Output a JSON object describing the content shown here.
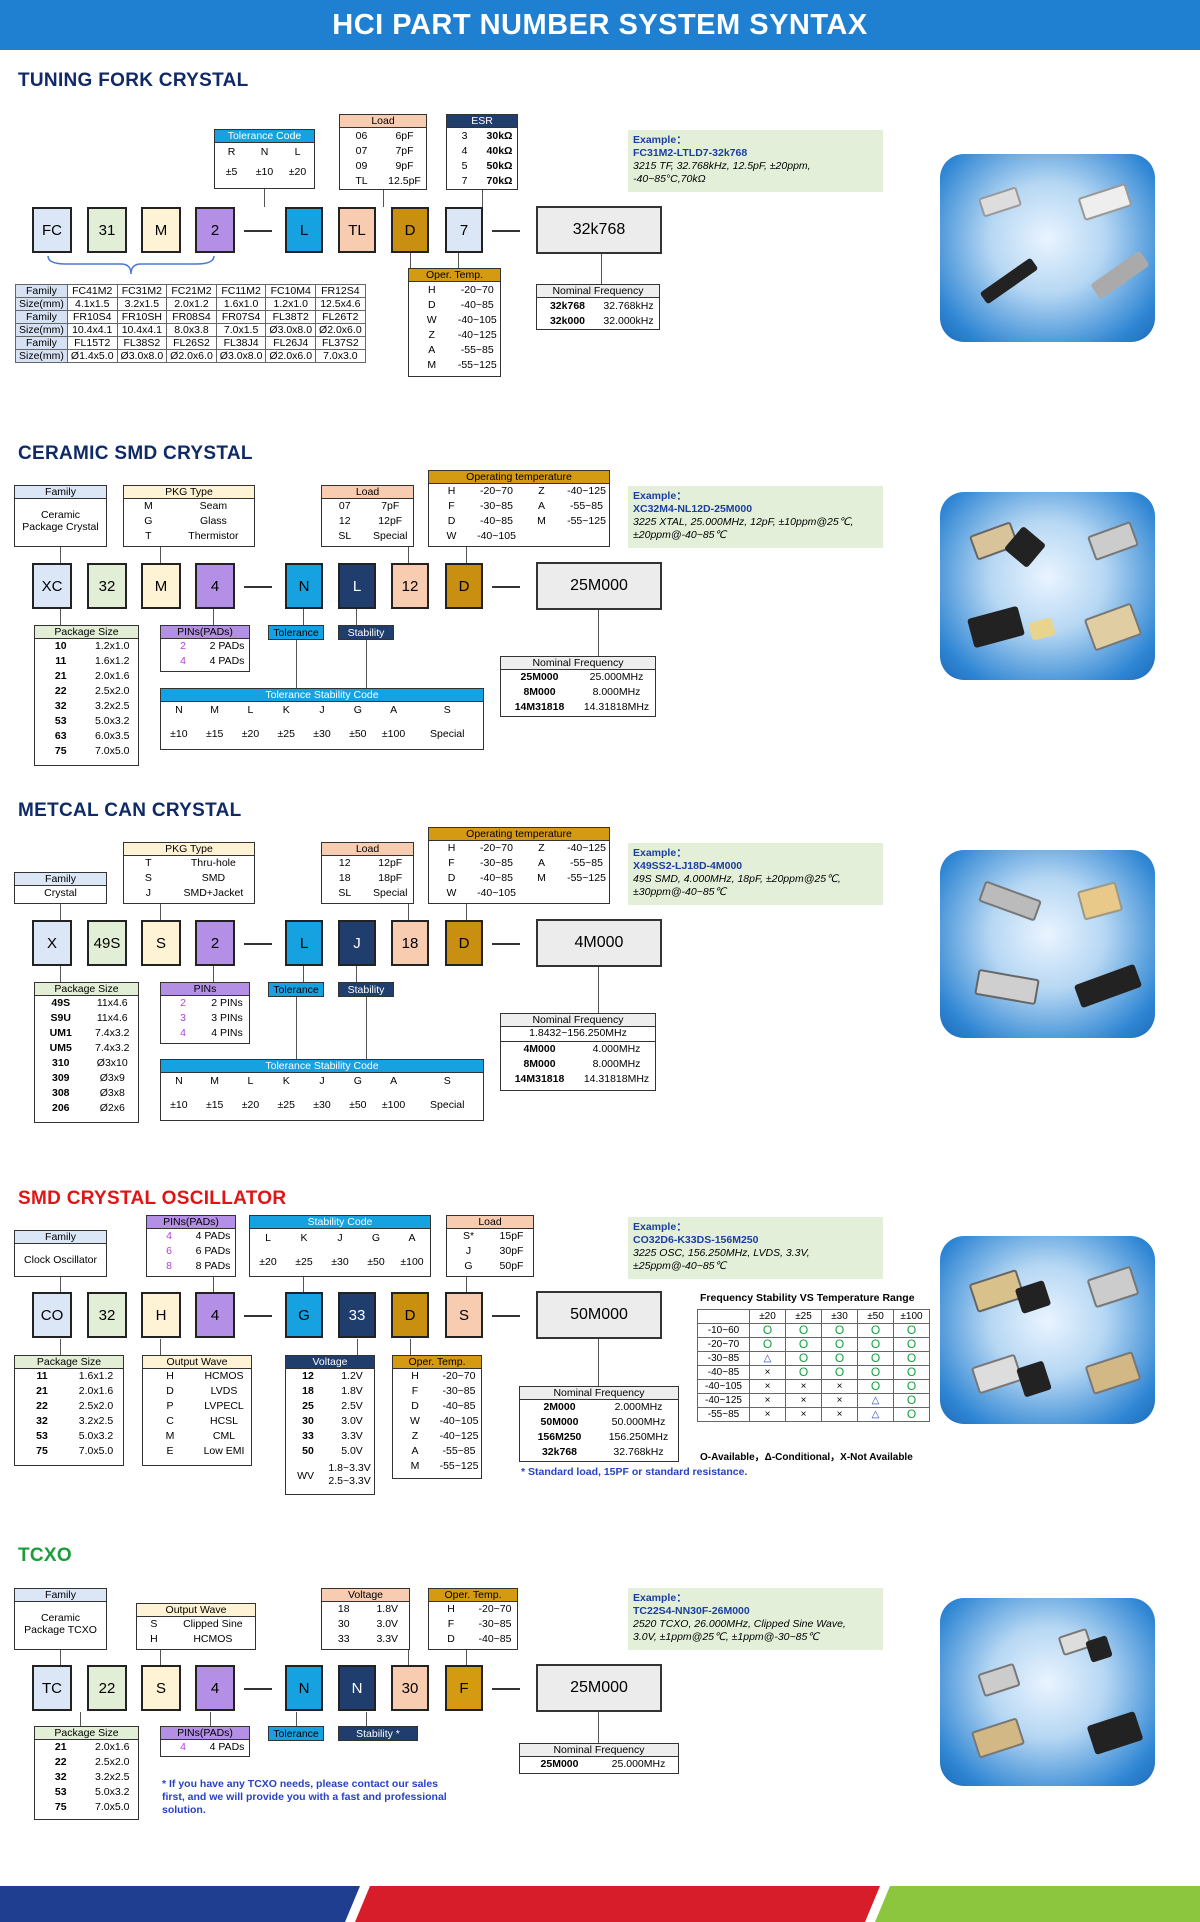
{
  "banner": {
    "title": "HCI PART NUMBER SYSTEM SYNTAX"
  },
  "s1": {
    "title": "TUNING FORK CRYSTAL",
    "tol": {
      "hd": "Tolerance Code",
      "codes": [
        "R",
        "N",
        "L"
      ],
      "vals": [
        "±5",
        "±10",
        "±20"
      ]
    },
    "load": {
      "hd": "Load",
      "rows": [
        [
          "06",
          "6pF"
        ],
        [
          "07",
          "7pF"
        ],
        [
          "09",
          "9pF"
        ],
        [
          "TL",
          "12.5pF"
        ]
      ]
    },
    "esr": {
      "hd": "ESR",
      "rows": [
        [
          "3",
          "30kΩ"
        ],
        [
          "4",
          "40kΩ"
        ],
        [
          "5",
          "50kΩ"
        ],
        [
          "7",
          "70kΩ"
        ]
      ]
    },
    "boxes": [
      "FC",
      "31",
      "M",
      "2",
      "L",
      "TL",
      "D",
      "7"
    ],
    "freq": "32k768",
    "example": {
      "title": "Example：",
      "code": "FC31M2-LTLD7-32k768",
      "desc1": "3215 TF, 32.768kHz, 12.5pF, ±20ppm,",
      "desc2": "-40~85°C,70kΩ"
    },
    "family": [
      [
        "Family",
        "FC41M2",
        "FC31M2",
        "FC21M2",
        "FC11M2",
        "FC10M4",
        "FR12S4"
      ],
      [
        "Size(mm)",
        "4.1x1.5",
        "3.2x1.5",
        "2.0x1.2",
        "1.6x1.0",
        "1.2x1.0",
        "12.5x4.6"
      ],
      [
        "Family",
        "FR10S4",
        "FR10SH",
        "FR08S4",
        "FR07S4",
        "FL38T2",
        "FL26T2"
      ],
      [
        "Size(mm)",
        "10.4x4.1",
        "10.4x4.1",
        "8.0x3.8",
        "7.0x1.5",
        "Ø3.0x8.0",
        "Ø2.0x6.0"
      ],
      [
        "Family",
        "FL15T2",
        "FL38S2",
        "FL26S2",
        "FL38J4",
        "FL26J4",
        "FL37S2"
      ],
      [
        "Size(mm)",
        "Ø1.4x5.0",
        "Ø3.0x8.0",
        "Ø2.0x6.0",
        "Ø3.0x8.0",
        "Ø2.0x6.0",
        "7.0x3.0"
      ]
    ],
    "oper": {
      "hd": "Oper. Temp.",
      "rows": [
        [
          "H",
          "-20~70"
        ],
        [
          "D",
          "-40~85"
        ],
        [
          "W",
          "-40~105"
        ],
        [
          "Z",
          "-40~125"
        ],
        [
          "A",
          "-55~85"
        ],
        [
          "M",
          "-55~125"
        ]
      ]
    },
    "nom": {
      "hd": "Nominal Frequency",
      "rows": [
        [
          "32k768",
          "32.768kHz"
        ],
        [
          "32k000",
          "32.000kHz"
        ]
      ]
    }
  },
  "s2": {
    "title": "CERAMIC SMD CRYSTAL",
    "family": {
      "hd": "Family",
      "l1": "Ceramic",
      "l2": "Package Crystal"
    },
    "pkg": {
      "hd": "PKG Type",
      "rows": [
        [
          "M",
          "Seam"
        ],
        [
          "G",
          "Glass"
        ],
        [
          "T",
          "Thermistor"
        ]
      ]
    },
    "load": {
      "hd": "Load",
      "rows": [
        [
          "07",
          "7pF"
        ],
        [
          "12",
          "12pF"
        ],
        [
          "SL",
          "Special"
        ]
      ]
    },
    "optemp": {
      "hd": "Operating temperature",
      "rows": [
        [
          "H",
          "-20~70",
          "Z",
          "-40~125"
        ],
        [
          "F",
          "-30~85",
          "A",
          "-55~85"
        ],
        [
          "D",
          "-40~85",
          "M",
          "-55~125"
        ],
        [
          "W",
          "-40~105",
          "",
          ""
        ]
      ]
    },
    "boxes": [
      "XC",
      "32",
      "M",
      "4",
      "N",
      "L",
      "12",
      "D"
    ],
    "freq": "25M000",
    "example": {
      "title": "Example：",
      "code": "XC32M4-NL12D-25M000",
      "desc1": "3225 XTAL, 25.000MHz, 12pF, ±10ppm@25℃,",
      "desc2": "±20ppm@-40~85℃"
    },
    "pkgsize": {
      "hd": "Package Size",
      "rows": [
        [
          "10",
          "1.2x1.0"
        ],
        [
          "11",
          "1.6x1.2"
        ],
        [
          "21",
          "2.0x1.6"
        ],
        [
          "22",
          "2.5x2.0"
        ],
        [
          "32",
          "3.2x2.5"
        ],
        [
          "53",
          "5.0x3.2"
        ],
        [
          "63",
          "6.0x3.5"
        ],
        [
          "75",
          "7.0x5.0"
        ]
      ]
    },
    "pins": {
      "hd": "PINs(PADs)",
      "rows": [
        [
          "2",
          "2 PADs"
        ],
        [
          "4",
          "4 PADs"
        ]
      ]
    },
    "tol_label": "Tolerance",
    "stab_label": "Stability",
    "tsc": {
      "hd": "Tolerance Stability Code",
      "codes": [
        "N",
        "M",
        "L",
        "K",
        "J",
        "G",
        "A",
        "S"
      ],
      "vals": [
        "±10",
        "±15",
        "±20",
        "±25",
        "±30",
        "±50",
        "±100",
        "Special"
      ]
    },
    "nom": {
      "hd": "Nominal Frequency",
      "rows": [
        [
          "25M000",
          "25.000MHz"
        ],
        [
          "8M000",
          "8.000MHz"
        ],
        [
          "14M31818",
          "14.31818MHz"
        ]
      ]
    }
  },
  "s3": {
    "title": "METCAL CAN CRYSTAL",
    "family": {
      "hd": "Family",
      "l1": "Crystal"
    },
    "pkg": {
      "hd": "PKG Type",
      "rows": [
        [
          "T",
          "Thru-hole"
        ],
        [
          "S",
          "SMD"
        ],
        [
          "J",
          "SMD+Jacket"
        ]
      ]
    },
    "load": {
      "hd": "Load",
      "rows": [
        [
          "12",
          "12pF"
        ],
        [
          "18",
          "18pF"
        ],
        [
          "SL",
          "Special"
        ]
      ]
    },
    "optemp": {
      "hd": "Operating temperature",
      "rows": [
        [
          "H",
          "-20~70",
          "Z",
          "-40~125"
        ],
        [
          "F",
          "-30~85",
          "A",
          "-55~85"
        ],
        [
          "D",
          "-40~85",
          "M",
          "-55~125"
        ],
        [
          "W",
          "-40~105",
          "",
          ""
        ]
      ]
    },
    "boxes": [
      "X",
      "49S",
      "S",
      "2",
      "L",
      "J",
      "18",
      "D"
    ],
    "freq": "4M000",
    "example": {
      "title": "Example：",
      "code": "X49SS2-LJ18D-4M000",
      "desc1": "49S SMD, 4.000MHz, 18pF, ±20ppm@25℃,",
      "desc2": "±30ppm@-40~85℃"
    },
    "pkgsize": {
      "hd": "Package Size",
      "rows": [
        [
          "49S",
          "11x4.6"
        ],
        [
          "S9U",
          "11x4.6"
        ],
        [
          "UM1",
          "7.4x3.2"
        ],
        [
          "UM5",
          "7.4x3.2"
        ],
        [
          "310",
          "Ø3x10"
        ],
        [
          "309",
          "Ø3x9"
        ],
        [
          "308",
          "Ø3x8"
        ],
        [
          "206",
          "Ø2x6"
        ]
      ]
    },
    "pins": {
      "hd": "PINs",
      "rows": [
        [
          "2",
          "2 PINs"
        ],
        [
          "3",
          "3 PINs"
        ],
        [
          "4",
          "4 PINs"
        ]
      ]
    },
    "tol_label": "Tolerance",
    "stab_label": "Stability",
    "tsc": {
      "hd": "Tolerance Stability Code",
      "codes": [
        "N",
        "M",
        "L",
        "K",
        "J",
        "G",
        "A",
        "S"
      ],
      "vals": [
        "±10",
        "±15",
        "±20",
        "±25",
        "±30",
        "±50",
        "±100",
        "Special"
      ]
    },
    "nom": {
      "hd": "Nominal Frequency",
      "sub": "1.8432~156.250MHz",
      "rows": [
        [
          "4M000",
          "4.000MHz"
        ],
        [
          "8M000",
          "8.000MHz"
        ],
        [
          "14M31818",
          "14.31818MHz"
        ]
      ]
    }
  },
  "s4": {
    "title": "SMD CRYSTAL OSCILLATOR",
    "family": {
      "hd": "Family",
      "l1": "Clock Oscillator"
    },
    "pins": {
      "hd": "PINs(PADs)",
      "rows": [
        [
          "4",
          "4 PADs"
        ],
        [
          "6",
          "6 PADs"
        ],
        [
          "8",
          "8 PADs"
        ]
      ]
    },
    "stab": {
      "hd": "Stability Code",
      "codes": [
        "L",
        "K",
        "J",
        "G",
        "A"
      ],
      "vals": [
        "±20",
        "±25",
        "±30",
        "±50",
        "±100"
      ]
    },
    "load": {
      "hd": "Load",
      "rows": [
        [
          "S*",
          "15pF"
        ],
        [
          "J",
          "30pF"
        ],
        [
          "G",
          "50pF"
        ]
      ]
    },
    "boxes": [
      "CO",
      "32",
      "H",
      "4",
      "G",
      "33",
      "D",
      "S"
    ],
    "freq": "50M000",
    "example": {
      "title": "Example：",
      "code": "CO32D6-K33DS-156M250",
      "desc1": "3225 OSC, 156.250MHz, LVDS, 3.3V,",
      "desc2": "±25ppm@-40~85℃"
    },
    "pkgsize": {
      "hd": "Package Size",
      "rows": [
        [
          "11",
          "1.6x1.2"
        ],
        [
          "21",
          "2.0x1.6"
        ],
        [
          "22",
          "2.5x2.0"
        ],
        [
          "32",
          "3.2x2.5"
        ],
        [
          "53",
          "5.0x3.2"
        ],
        [
          "75",
          "7.0x5.0"
        ]
      ]
    },
    "wave": {
      "hd": "Output Wave",
      "rows": [
        [
          "H",
          "HCMOS"
        ],
        [
          "D",
          "LVDS"
        ],
        [
          "P",
          "LVPECL"
        ],
        [
          "C",
          "HCSL"
        ],
        [
          "M",
          "CML"
        ],
        [
          "E",
          "Low EMI"
        ]
      ]
    },
    "volt": {
      "hd": "Voltage",
      "rows": [
        [
          "12",
          "1.2V"
        ],
        [
          "18",
          "1.8V"
        ],
        [
          "25",
          "2.5V"
        ],
        [
          "30",
          "3.0V"
        ],
        [
          "33",
          "3.3V"
        ],
        [
          "50",
          "5.0V"
        ]
      ],
      "wv": "WV",
      "wv1": "1.8~3.3V",
      "wv2": "2.5~3.3V"
    },
    "oper": {
      "hd": "Oper. Temp.",
      "rows": [
        [
          "H",
          "-20~70"
        ],
        [
          "F",
          "-30~85"
        ],
        [
          "D",
          "-40~85"
        ],
        [
          "W",
          "-40~105"
        ],
        [
          "Z",
          "-40~125"
        ],
        [
          "A",
          "-55~85"
        ],
        [
          "M",
          "-55~125"
        ]
      ]
    },
    "nom": {
      "hd": "Nominal Frequency",
      "rows": [
        [
          "2M000",
          "2.000MHz"
        ],
        [
          "50M000",
          "50.000MHz"
        ],
        [
          "156M250",
          "156.250MHz"
        ],
        [
          "32k768",
          "32.768kHz"
        ]
      ]
    },
    "note": "* Standard load, 15PF or standard resistance.",
    "fst": {
      "title": "Frequency Stability VS Temperature Range",
      "cols": [
        "±20",
        "±25",
        "±30",
        "±50",
        "±100"
      ],
      "rows": [
        [
          "-10~60",
          "O",
          "O",
          "O",
          "O",
          "O"
        ],
        [
          "-20~70",
          "O",
          "O",
          "O",
          "O",
          "O"
        ],
        [
          "-30~85",
          "△",
          "O",
          "O",
          "O",
          "O"
        ],
        [
          "-40~85",
          "×",
          "O",
          "O",
          "O",
          "O"
        ],
        [
          "-40~105",
          "×",
          "×",
          "×",
          "O",
          "O"
        ],
        [
          "-40~125",
          "×",
          "×",
          "×",
          "△",
          "O"
        ],
        [
          "-55~85",
          "×",
          "×",
          "×",
          "△",
          "O"
        ]
      ],
      "legend": "O-Available，Δ-Conditional，X-Not Available"
    }
  },
  "s5": {
    "title": "TCXO",
    "family": {
      "hd": "Family",
      "l1": "Ceramic",
      "l2": "Package TCXO"
    },
    "wave": {
      "hd": "Output Wave",
      "rows": [
        [
          "S",
          "Clipped Sine"
        ],
        [
          "H",
          "HCMOS"
        ]
      ]
    },
    "volt": {
      "hd": "Voltage",
      "rows": [
        [
          "18",
          "1.8V"
        ],
        [
          "30",
          "3.0V"
        ],
        [
          "33",
          "3.3V"
        ]
      ]
    },
    "oper": {
      "hd": "Oper. Temp.",
      "rows": [
        [
          "H",
          "-20~70"
        ],
        [
          "F",
          "-30~85"
        ],
        [
          "D",
          "-40~85"
        ]
      ]
    },
    "boxes": [
      "TC",
      "22",
      "S",
      "4",
      "N",
      "N",
      "30",
      "F"
    ],
    "freq": "25M000",
    "example": {
      "title": "Example：",
      "code": "TC22S4-NN30F-26M000",
      "desc1": "2520 TCXO, 26.000MHz, Clipped Sine Wave,",
      "desc2": "3.0V, ±1ppm@25℃, ±1ppm@-30~85℃"
    },
    "pkgsize": {
      "hd": "Package Size",
      "rows": [
        [
          "21",
          "2.0x1.6"
        ],
        [
          "22",
          "2.5x2.0"
        ],
        [
          "32",
          "3.2x2.5"
        ],
        [
          "53",
          "5.0x3.2"
        ],
        [
          "75",
          "7.0x5.0"
        ]
      ]
    },
    "pins": {
      "hd": "PINs(PADs)",
      "rows": [
        [
          "4",
          "4 PADs"
        ]
      ]
    },
    "tol_label": "Tolerance",
    "stab_label": "Stability *",
    "nom": {
      "hd": "Nominal Frequency",
      "rows": [
        [
          "25M000",
          "25.000MHz"
        ]
      ]
    },
    "note1": "* If you have any TCXO needs, please contact our sales",
    "note2": "first, and we will provide you with a fast and professional",
    "note3": "solution."
  },
  "colors": {
    "banner": "#1f7fd0",
    "title_navy": "#0f2a66",
    "title_red": "#e01414",
    "title_green": "#1c9c3a",
    "accent_blue": "#16a2e0",
    "navy_box": "#1f3e6e",
    "gold": "#c88f10",
    "purple": "#b48fe6"
  }
}
